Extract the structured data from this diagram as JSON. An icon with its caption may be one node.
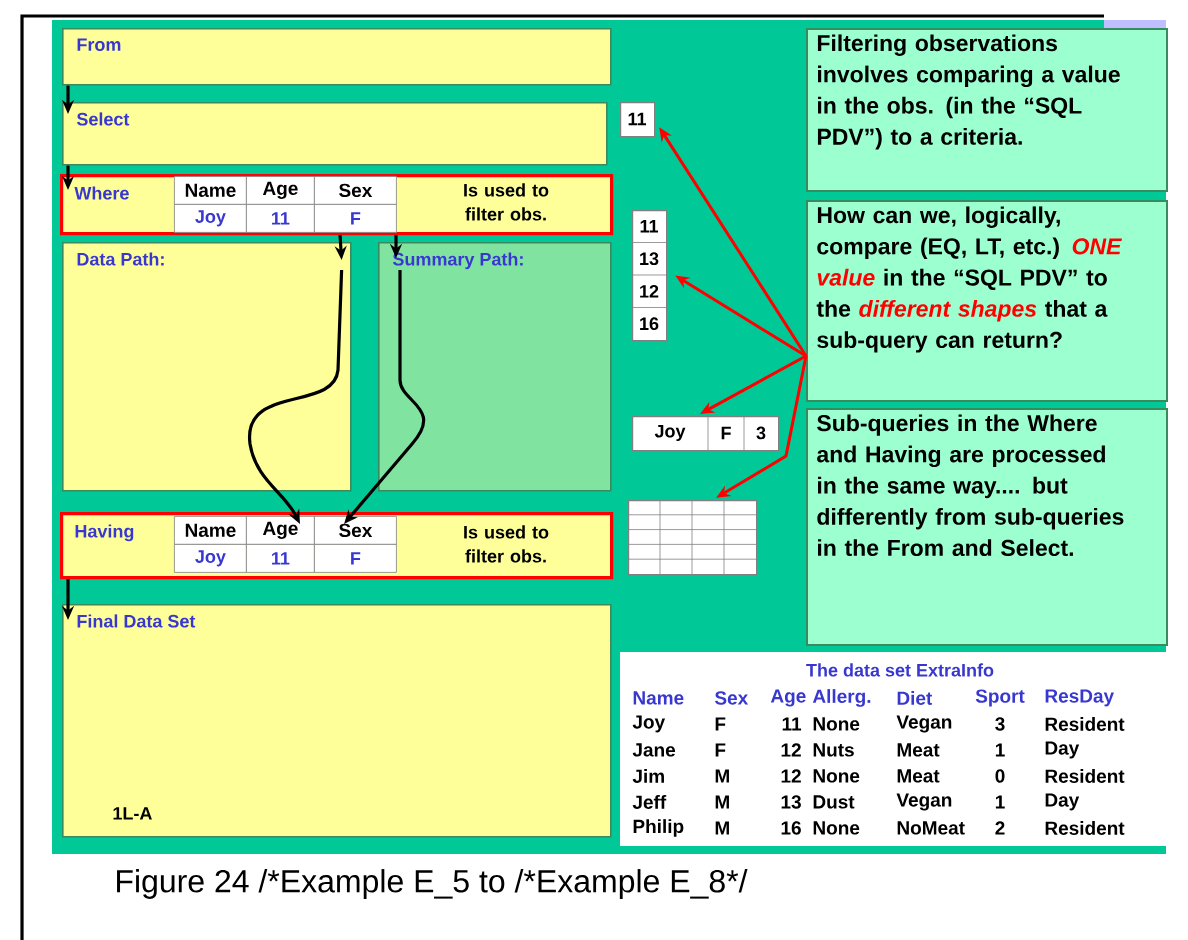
{
  "diagram": {
    "caption": "Figure 24 /*Example E_5 to /*Example E_8*/",
    "nodes": [
      {
        "text": [
          "From"
        ]
      },
      {
        "text": [
          "Select"
        ]
      },
      {
        "text": [
          "Where",
          "Is used to filter obs."
        ]
      },
      {
        "text": [
          "Data Path:"
        ]
      },
      {
        "text": [
          "Summary Path:"
        ]
      },
      {
        "text": [
          "Having",
          "Is used to filter obs."
        ]
      },
      {
        "text": [
          "Final Data Set",
          "1L-A"
        ]
      },
      {
        "text": [
          "11"
        ]
      },
      {
        "text": [
          "11",
          "13",
          "12",
          "16"
        ]
      },
      {
        "text": [
          "Joy",
          "F",
          "3"
        ]
      },
      {
        "text": [],
        "shape": "table"
      },
      {
        "text": [
          "Filtering observations involves comparing a value in the obs. (in the “SQL PDV”) to a criteria."
        ]
      },
      {
        "text": [
          "How can we, logically, compare (EQ, LT, etc.) *ONE value* in the “SQL PDV” to the *different shapes* that a sub-query can return?"
        ]
      },
      {
        "text": [
          "Sub-queries in the Where and Having are processed in the same way.... but differently from sub-queries in the From and Select."
        ]
      }
    ],
    "edges": [
      {
        "from": 0,
        "to": 1,
        "arrow": "to"
      },
      {
        "from": 1,
        "to": 2,
        "arrow": "to"
      },
      {
        "from": 2,
        "to": 3,
        "arrow": "to"
      },
      {
        "from": 2,
        "to": 4,
        "arrow": "to"
      },
      {
        "from": 3,
        "to": 5,
        "arrow": "to"
      },
      {
        "from": 4,
        "to": 5,
        "arrow": "to"
      },
      {
        "from": 5,
        "to": 6,
        "arrow": "to"
      },
      {
        "from": 12,
        "to": 7,
        "arrow": "to",
        "color": "#ff0000"
      },
      {
        "from": 12,
        "to": 8,
        "arrow": "to",
        "color": "#ff0000"
      },
      {
        "from": 12,
        "to": 9,
        "arrow": "to",
        "color": "#ff0000"
      },
      {
        "from": 12,
        "to": 10,
        "arrow": "to",
        "color": "#ff0000"
      }
    ],
    "labels": [
      "Name",
      "Age",
      "Sex",
      "Joy",
      "11",
      "F",
      "Name",
      "Age",
      "Sex",
      "Joy",
      "11",
      "F",
      "The data set ExtraInfo",
      "Name",
      "Sex",
      "Age",
      "Allerg.",
      "Diet",
      "Sport",
      "ResDay",
      "Joy",
      "F",
      "11",
      "None",
      "Vegan",
      "3",
      "Resident",
      "Jane",
      "F",
      "12",
      "Nuts",
      "Meat",
      "1",
      "Day",
      "Jim",
      "M",
      "12",
      "None",
      "Meat",
      "0",
      "Resident",
      "Jeff",
      "M",
      "13",
      "Dust",
      "Vegan",
      "1",
      "Day",
      "Philip",
      "M",
      "16",
      "None",
      "NoMeat",
      "2",
      "Resident"
    ]
  }
}
